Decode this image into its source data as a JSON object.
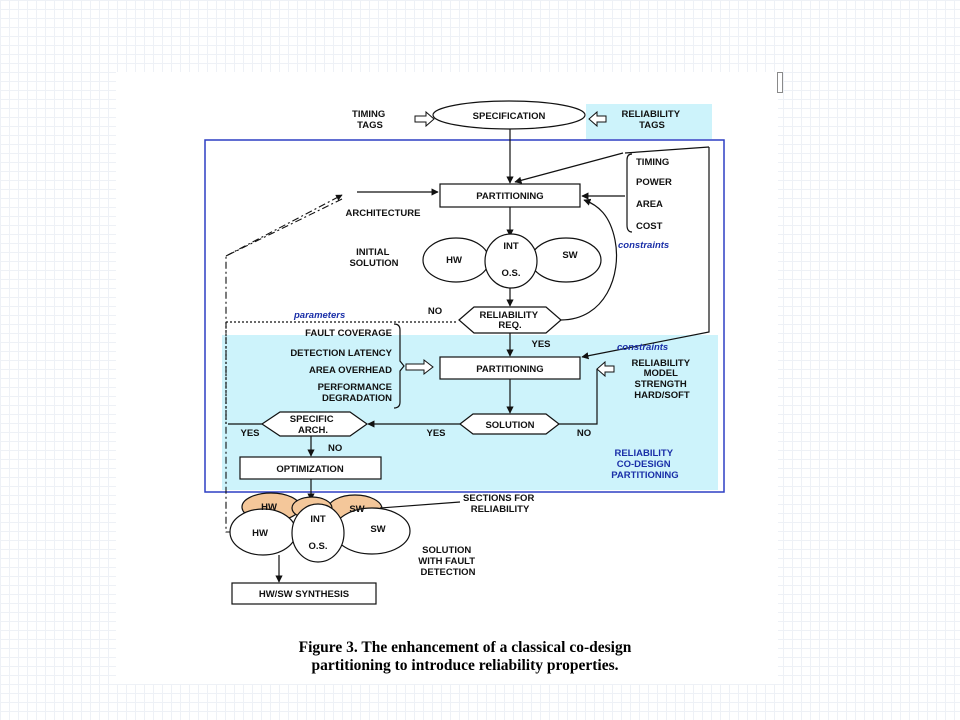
{
  "diagram": {
    "inputs": {
      "timing_tags": [
        "TIMING",
        "TAGS"
      ],
      "specification": "SPECIFICATION",
      "reliability_tags": [
        "RELIABILITY",
        "TAGS"
      ]
    },
    "partitioning_top": "PARTITIONING",
    "architecture": "ARCHITECTURE",
    "constraints_list": [
      "TIMING",
      "POWER",
      "AREA",
      "COST"
    ],
    "constraints_label": "constraints",
    "initial_solution": [
      "INITIAL",
      "SOLUTION"
    ],
    "cluster_top": {
      "hw": "HW",
      "int": "INT",
      "os": "O.S.",
      "sw": "SW"
    },
    "parameters_label": "parameters",
    "no_top": "NO",
    "reliability_req": [
      "RELIABILITY",
      "REQ."
    ],
    "yes_mid": "YES",
    "parameters_list": [
      "FAULT COVERAGE",
      "DETECTION LATENCY",
      "AREA OVERHEAD",
      "PERFORMANCE",
      "DEGRADATION"
    ],
    "constraints_label_2": "constraints",
    "partitioning_mid": "PARTITIONING",
    "reliability_constraints": [
      "RELIABILITY",
      "MODEL",
      "STRENGTH",
      "HARD/SOFT"
    ],
    "specific_arch": [
      "SPECIFIC",
      "ARCH."
    ],
    "yes_left": "YES",
    "yes_right": "YES",
    "solution": "SOLUTION",
    "no_right": "NO",
    "no_below": "NO",
    "optimization": "OPTIMIZATION",
    "region_label": [
      "RELIABILITY",
      "CO-DESIGN",
      "PARTITIONING"
    ],
    "cluster_bottom": {
      "hw_orange": "HW",
      "sw_orange": "SW",
      "hw": "HW",
      "int": "INT",
      "os": "O.S.",
      "sw": "SW"
    },
    "sections_label": [
      "SECTIONS FOR",
      "RELIABILITY"
    ],
    "solution_fault": [
      "SOLUTION",
      "WITH FAULT",
      "DETECTION"
    ],
    "synthesis": "HW/SW SYNTHESIS",
    "caption": [
      "Figure 3. The enhancement of a classical co-design",
      "partitioning to introduce reliability properties."
    ],
    "colors": {
      "cyan_region": "#cdf3fb",
      "blue_frame": "#2d3fc4",
      "orange_fill": "#f4c79a",
      "label_blue": "#1a2fa8"
    }
  }
}
